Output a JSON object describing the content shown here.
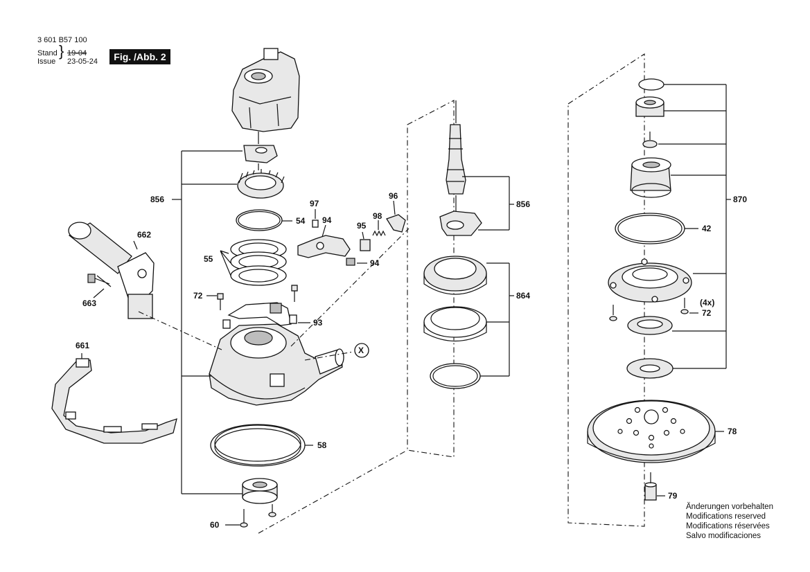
{
  "header": {
    "part_number": "3 601 B57 100",
    "stand_label": "Stand",
    "issue_label": "Issue",
    "stand_value": "19-04",
    "issue_value": "23-05-24",
    "figure_label": "Fig. /Abb. 2"
  },
  "callouts": {
    "c856a": "856",
    "c54": "54",
    "c55": "55",
    "c72a": "72",
    "c93": "93",
    "c58": "58",
    "c60": "60",
    "c662": "662",
    "c663": "663",
    "c661": "661",
    "c97": "97",
    "c94a": "94",
    "c95": "95",
    "c98": "98",
    "c96": "96",
    "c94b": "94",
    "cx": "X",
    "c856b": "856",
    "c864": "864",
    "c870": "870",
    "c42": "42",
    "c4x": "(4x)",
    "c72b": "72",
    "c78": "78",
    "c79": "79"
  },
  "notes": [
    "Änderungen vorbehalten",
    "Modifications reserved",
    "Modifications réservées",
    "Salvo modificaciones"
  ]
}
